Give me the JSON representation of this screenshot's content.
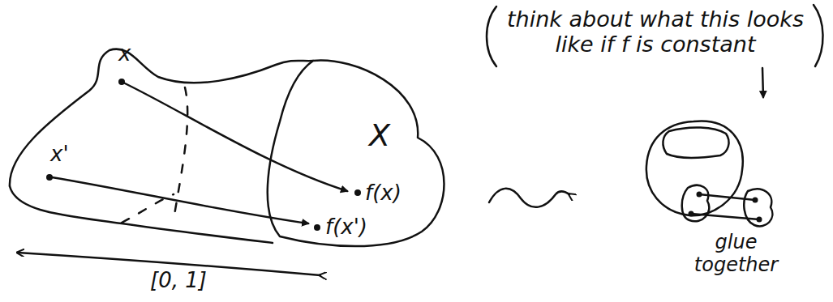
{
  "diagram": {
    "labels": [
      "x",
      "x'",
      "X",
      "f(x)",
      "f(x')",
      "[0, 1]",
      "think about what this looks like if f is constant",
      "glue together"
    ]
  }
}
